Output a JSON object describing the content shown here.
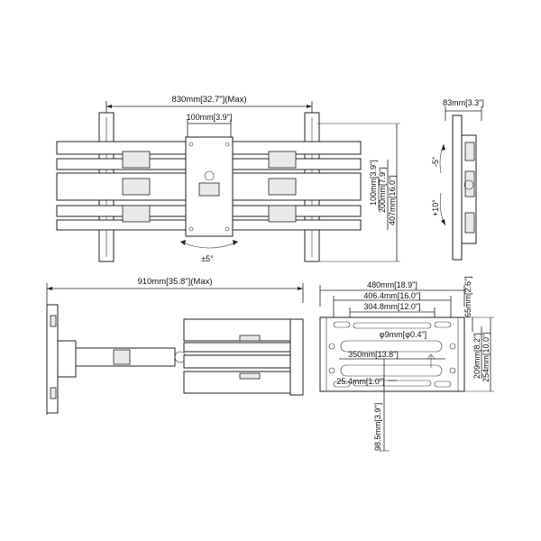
{
  "front_view": {
    "width_max": "830mm[32.7\"](Max)",
    "center_width": "100mm[3.9\"]",
    "h1": "100mm[3.9\"]",
    "h2": "200mm[7.9\"]",
    "h3": "407mm[16.0\"]",
    "rotation": "±5°"
  },
  "side_view": {
    "depth": "83mm[3.3\"]",
    "tilt_up": "-5°",
    "tilt_down": "+10°"
  },
  "top_view": {
    "extension_max": "910mm[35.8\"](Max)"
  },
  "wall_plate": {
    "w1": "480mm[18.9\"]",
    "w2": "406.4mm[16.0\"]",
    "w3": "304.8mm[12.0\"]",
    "hole": "φ9mm[φ0.4\"]",
    "w4": "350mm[13.8\"]",
    "w5": "25.4mm[1.0\"]",
    "v1": "65mm[2.6\"]",
    "v2": "209mm[8.2\"]",
    "v3": "254mm[10.0\"]",
    "v4": "98.5mm[3.9\"]"
  }
}
